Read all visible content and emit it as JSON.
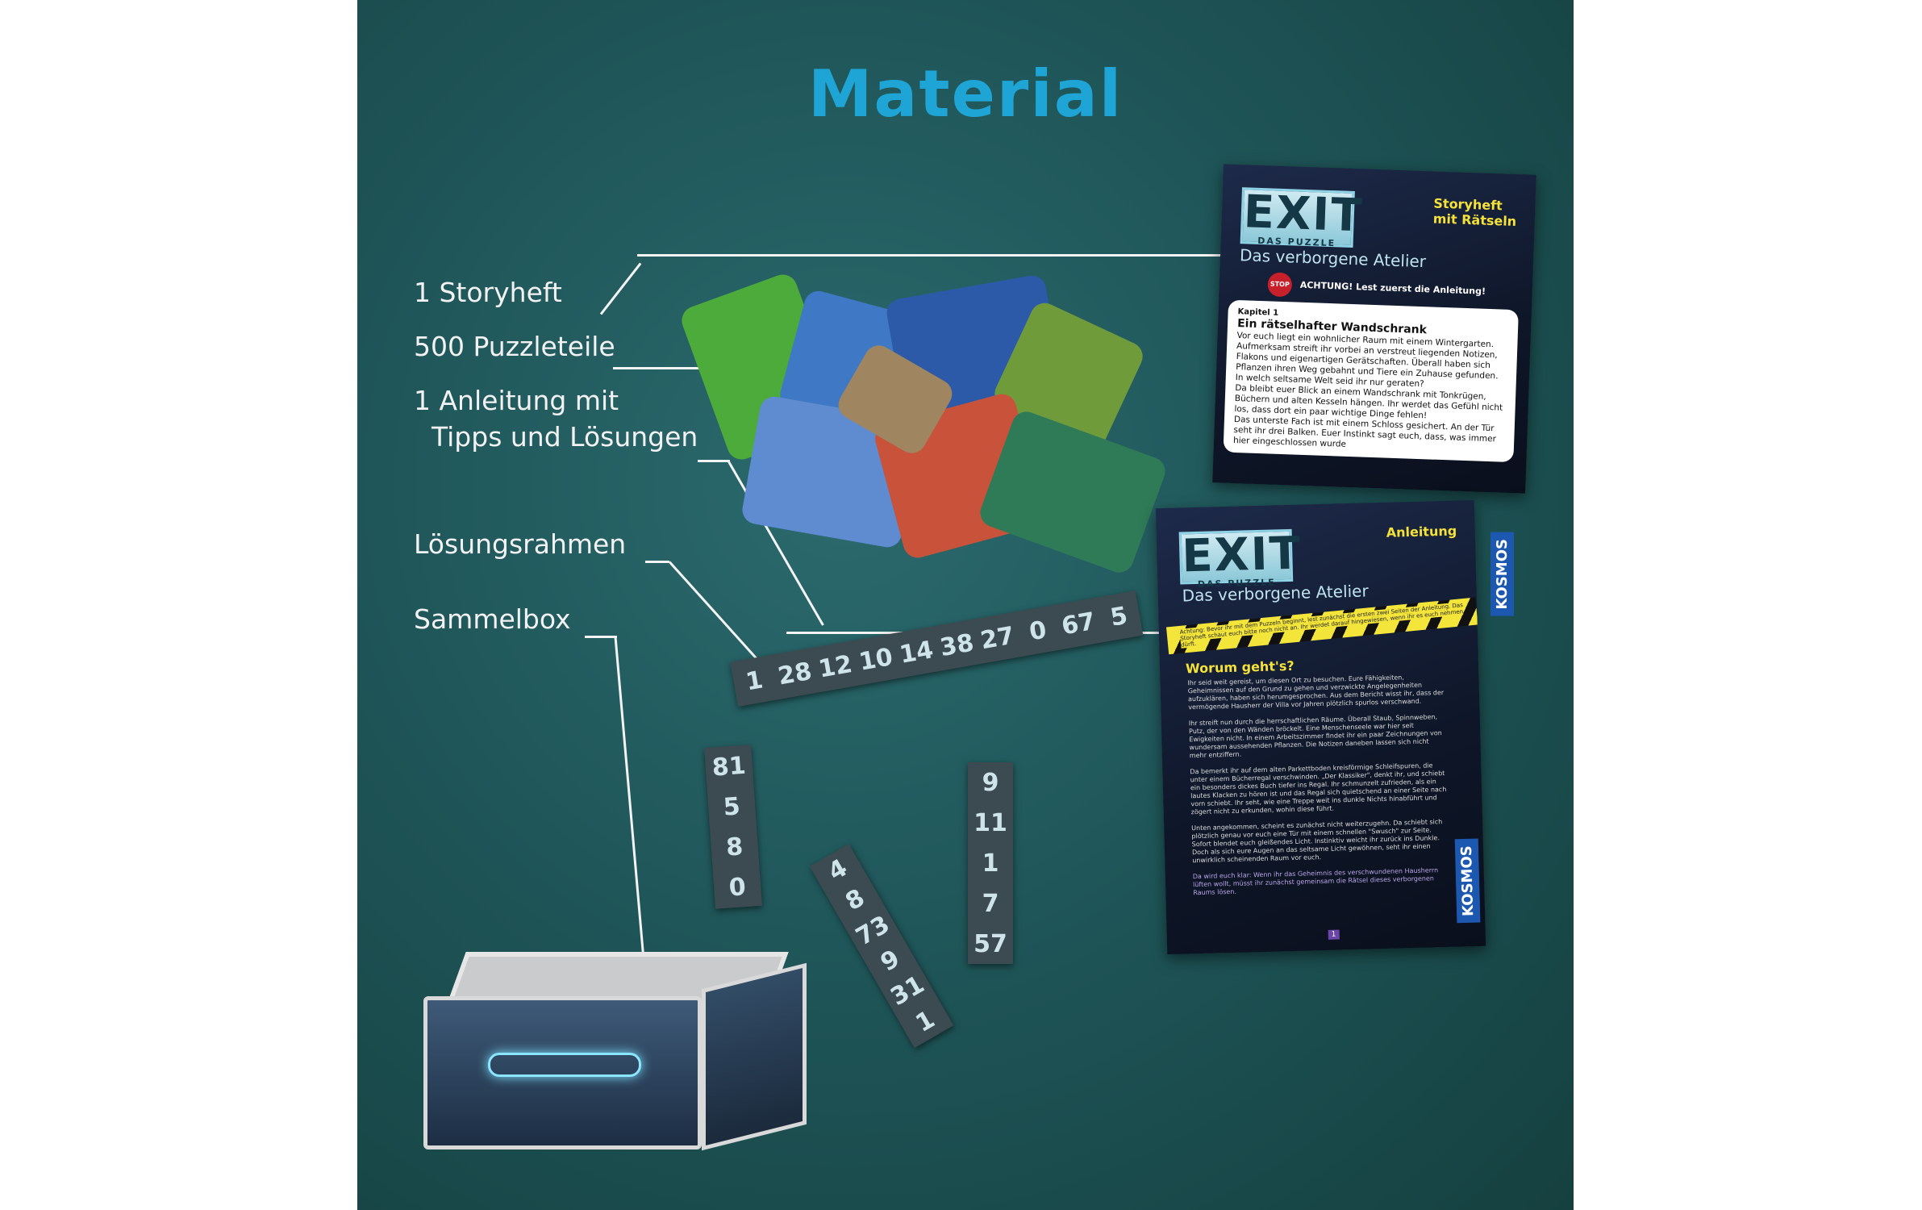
{
  "title": "Material",
  "labels": {
    "storyheft": "1 Storyheft",
    "puzzle": "500 Puzzleteile",
    "anleitung_1": "1 Anleitung mit",
    "anleitung_2": "Tipps und Lösungen",
    "rahmen": "Lösungsrahmen",
    "box": "Sammelbox"
  },
  "storyheft": {
    "logo": "EXIT",
    "logo_sub_left": "DAS",
    "logo_sub_right": "PUZZLE",
    "subtitle": "Das verborgene Atelier",
    "tag": "Storyheft mit Rätseln",
    "stop": "STOP",
    "warning": "ACHTUNG! Lest zuerst die Anleitung!",
    "chapter": "Kapitel 1",
    "heading": "Ein rätselhafter Wandschrank",
    "p1": "Vor euch liegt ein wohnlicher Raum mit einem Wintergarten. Aufmerksam streift ihr vorbei an verstreut liegenden Notizen, Flakons und eigenartigen Gerätschaften. Überall haben sich Pflanzen ihren Weg gebahnt und Tiere ein Zuhause gefunden. In welch seltsame Welt seid ihr nur geraten?",
    "p2": "Da bleibt euer Blick an einem Wandschrank mit Tonkrügen, Büchern und alten Kesseln hängen. Ihr werdet das Gefühl nicht los, dass dort ein paar wichtige Dinge fehlen!",
    "p3": "Das unterste Fach ist mit einem Schloss gesichert. An der Tür seht ihr drei Balken. Euer Instinkt sagt euch, dass, was immer hier eingeschlossen wurde"
  },
  "anleitung": {
    "logo": "EXIT",
    "logo_sub_left": "DAS",
    "logo_sub_right": "PUZZLE",
    "subtitle": "Das verborgene Atelier",
    "tag": "Anleitung",
    "tape": "Achtung: Bevor ihr mit dem Puzzeln beginnt, lest zunächst die ersten zwei Seiten der Anleitung. Das Storyheft schaut euch bitte noch nicht an. Ihr werdet darauf hingewiesen, wenn ihr es euch nehmen dürft.",
    "heading": "Worum geht's?",
    "p1": "Ihr seid weit gereist, um diesen Ort zu besuchen. Eure Fähigkeiten, Geheimnissen auf den Grund zu gehen und verzwickte Angelegenheiten aufzuklären, haben sich herumgesprochen. Aus dem Bericht wisst ihr, dass der vermögende Hausherr der Villa vor Jahren plötzlich spurlos verschwand.",
    "p2": "Ihr streift nun durch die herrschaftlichen Räume. Überall Staub, Spinnweben, Putz, der von den Wänden bröckelt. Eine Menschenseele war hier seit Ewigkeiten nicht. In einem Arbeitszimmer findet ihr ein paar Zeichnungen von wundersam aussehenden Pflanzen. Die Notizen daneben lassen sich nicht mehr entziffern.",
    "p3": "Da bemerkt ihr auf dem alten Parkettboden kreisförmige Schleifspuren, die unter einem Bücherregal verschwinden. „Der Klassiker\", denkt ihr, und schiebt ein besonders dickes Buch tiefer ins Regal. Ihr schmunzelt zufrieden, als ein lautes Klacken zu hören ist und das Regal sich quietschend an einer Seite nach vorn schiebt. Ihr seht, wie eine Treppe weit ins dunkle Nichts hinabführt und zögert nicht zu erkunden, wohin diese führt.",
    "p4": "Unten angekommen, scheint es zunächst nicht weiterzugehn. Da schiebt sich plötzlich genau vor euch eine Tür mit einem schnellen \"Swusch\" zur Seite. Sofort blendet euch gleißendes Licht. Instinktiv weicht ihr zurück ins Dunkle. Doch als sich eure Augen an das seltsame Licht gewöhnen, seht ihr einen unwirklich scheinenden Raum vor euch.",
    "p5": "Da wird euch klar: Wenn ihr das Geheimnis des verschwundenen Hausherrn lüften wollt, müsst ihr zunächst gemeinsam die Rätsel dieses verborgenen Raums lösen.",
    "page": "1",
    "brand": "KOSMOS"
  },
  "strips": {
    "top": [
      "1",
      "28",
      "12",
      "10",
      "14",
      "38",
      "27",
      "0",
      "67",
      "5"
    ],
    "left": [
      "81",
      "5",
      "8",
      "0"
    ],
    "middle": [
      "9",
      "11",
      "1",
      "7",
      "57"
    ],
    "diag": [
      "4",
      "8",
      "73",
      "9",
      "31",
      "1"
    ]
  },
  "colors": {
    "title": "#1ea5d6",
    "panel": "#1f5659",
    "tag": "#f4e13a",
    "brand": "#1c58b0"
  }
}
